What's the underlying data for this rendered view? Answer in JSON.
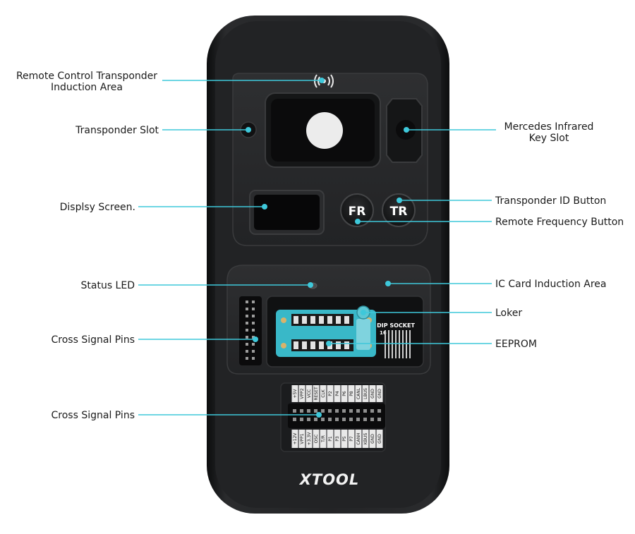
{
  "brand": "XTOOL",
  "colors": {
    "callout_line": "#3ec8da",
    "device_body": "#1e1f21",
    "zif_socket": "#39b8c8",
    "pin_label_bg": "#e9e9e9"
  },
  "callouts": {
    "remote_induction": [
      "Remote Control Transponder",
      "Induction Area"
    ],
    "transponder_slot": "Transponder Slot",
    "display_screen": "Displsy Screen.",
    "status_led": "Status LED",
    "cross_pins_left": "Cross Signal Pins",
    "cross_pins_bottom": "Cross Signal Pins",
    "mercedes_slot": [
      "Mercedes Infrared",
      "Key Slot"
    ],
    "transponder_id_button": "Transponder ID Button",
    "remote_frequency_button": "Remote Frequency Button",
    "ic_card_area": "IC Card Induction Area",
    "locker": "Loker",
    "eeprom": "EEPROM"
  },
  "buttons": {
    "fr": "FR",
    "tr": "TR"
  },
  "dip_socket": {
    "title": "DIP SOCKET",
    "left_number": "16"
  },
  "pin_labels": {
    "top": [
      "+5V",
      "VPP2",
      "VCC",
      "RESET",
      "CLK",
      "P2",
      "P4",
      "P6",
      "P8",
      "CANL",
      "LBUS",
      "GND",
      "GND"
    ],
    "bottom": [
      "+12V",
      "VPP1",
      "+3.3V",
      "OSC",
      "T/R",
      "P1",
      "P3",
      "P5",
      "P7",
      "CANH",
      "KBUS",
      "GND",
      "GND"
    ]
  }
}
